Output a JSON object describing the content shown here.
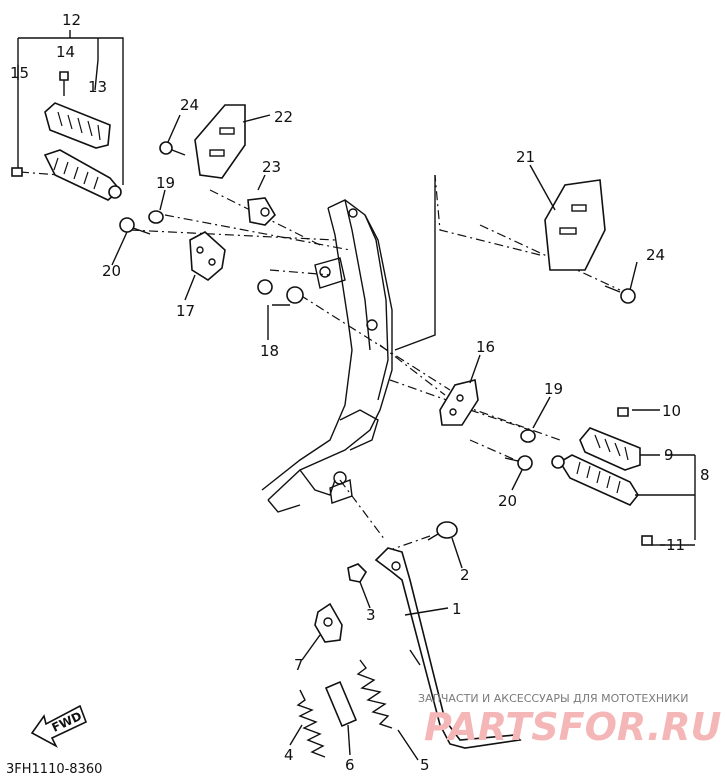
{
  "callouts": [
    {
      "id": "c1",
      "text": "1"
    },
    {
      "id": "c2",
      "text": "2"
    },
    {
      "id": "c3",
      "text": "3"
    },
    {
      "id": "c4",
      "text": "4"
    },
    {
      "id": "c5",
      "text": "5"
    },
    {
      "id": "c6",
      "text": "6"
    },
    {
      "id": "c7",
      "text": "7"
    },
    {
      "id": "c8",
      "text": "8"
    },
    {
      "id": "c9",
      "text": "9"
    },
    {
      "id": "c10",
      "text": "10"
    },
    {
      "id": "c11",
      "text": "11"
    },
    {
      "id": "c12",
      "text": "12"
    },
    {
      "id": "c13",
      "text": "13"
    },
    {
      "id": "c14",
      "text": "14"
    },
    {
      "id": "c15",
      "text": "15"
    },
    {
      "id": "c16",
      "text": "16"
    },
    {
      "id": "c17",
      "text": "17"
    },
    {
      "id": "c18",
      "text": "18"
    },
    {
      "id": "c19a",
      "text": "19"
    },
    {
      "id": "c19b",
      "text": "19"
    },
    {
      "id": "c20a",
      "text": "20"
    },
    {
      "id": "c20b",
      "text": "20"
    },
    {
      "id": "c21",
      "text": "21"
    },
    {
      "id": "c22",
      "text": "22"
    },
    {
      "id": "c23",
      "text": "23"
    },
    {
      "id": "c24a",
      "text": "24"
    },
    {
      "id": "c24b",
      "text": "24"
    }
  ],
  "fwd_label": "FWD",
  "diagram_code": "3FH1110-8360",
  "watermark": {
    "tagline": "ЗАПЧАСТИ И АКСЕССУАРЫ ДЛЯ МОТОТЕХНИКИ",
    "logo": "PARTSFOR.RU",
    "color": "#f4b6b6"
  }
}
